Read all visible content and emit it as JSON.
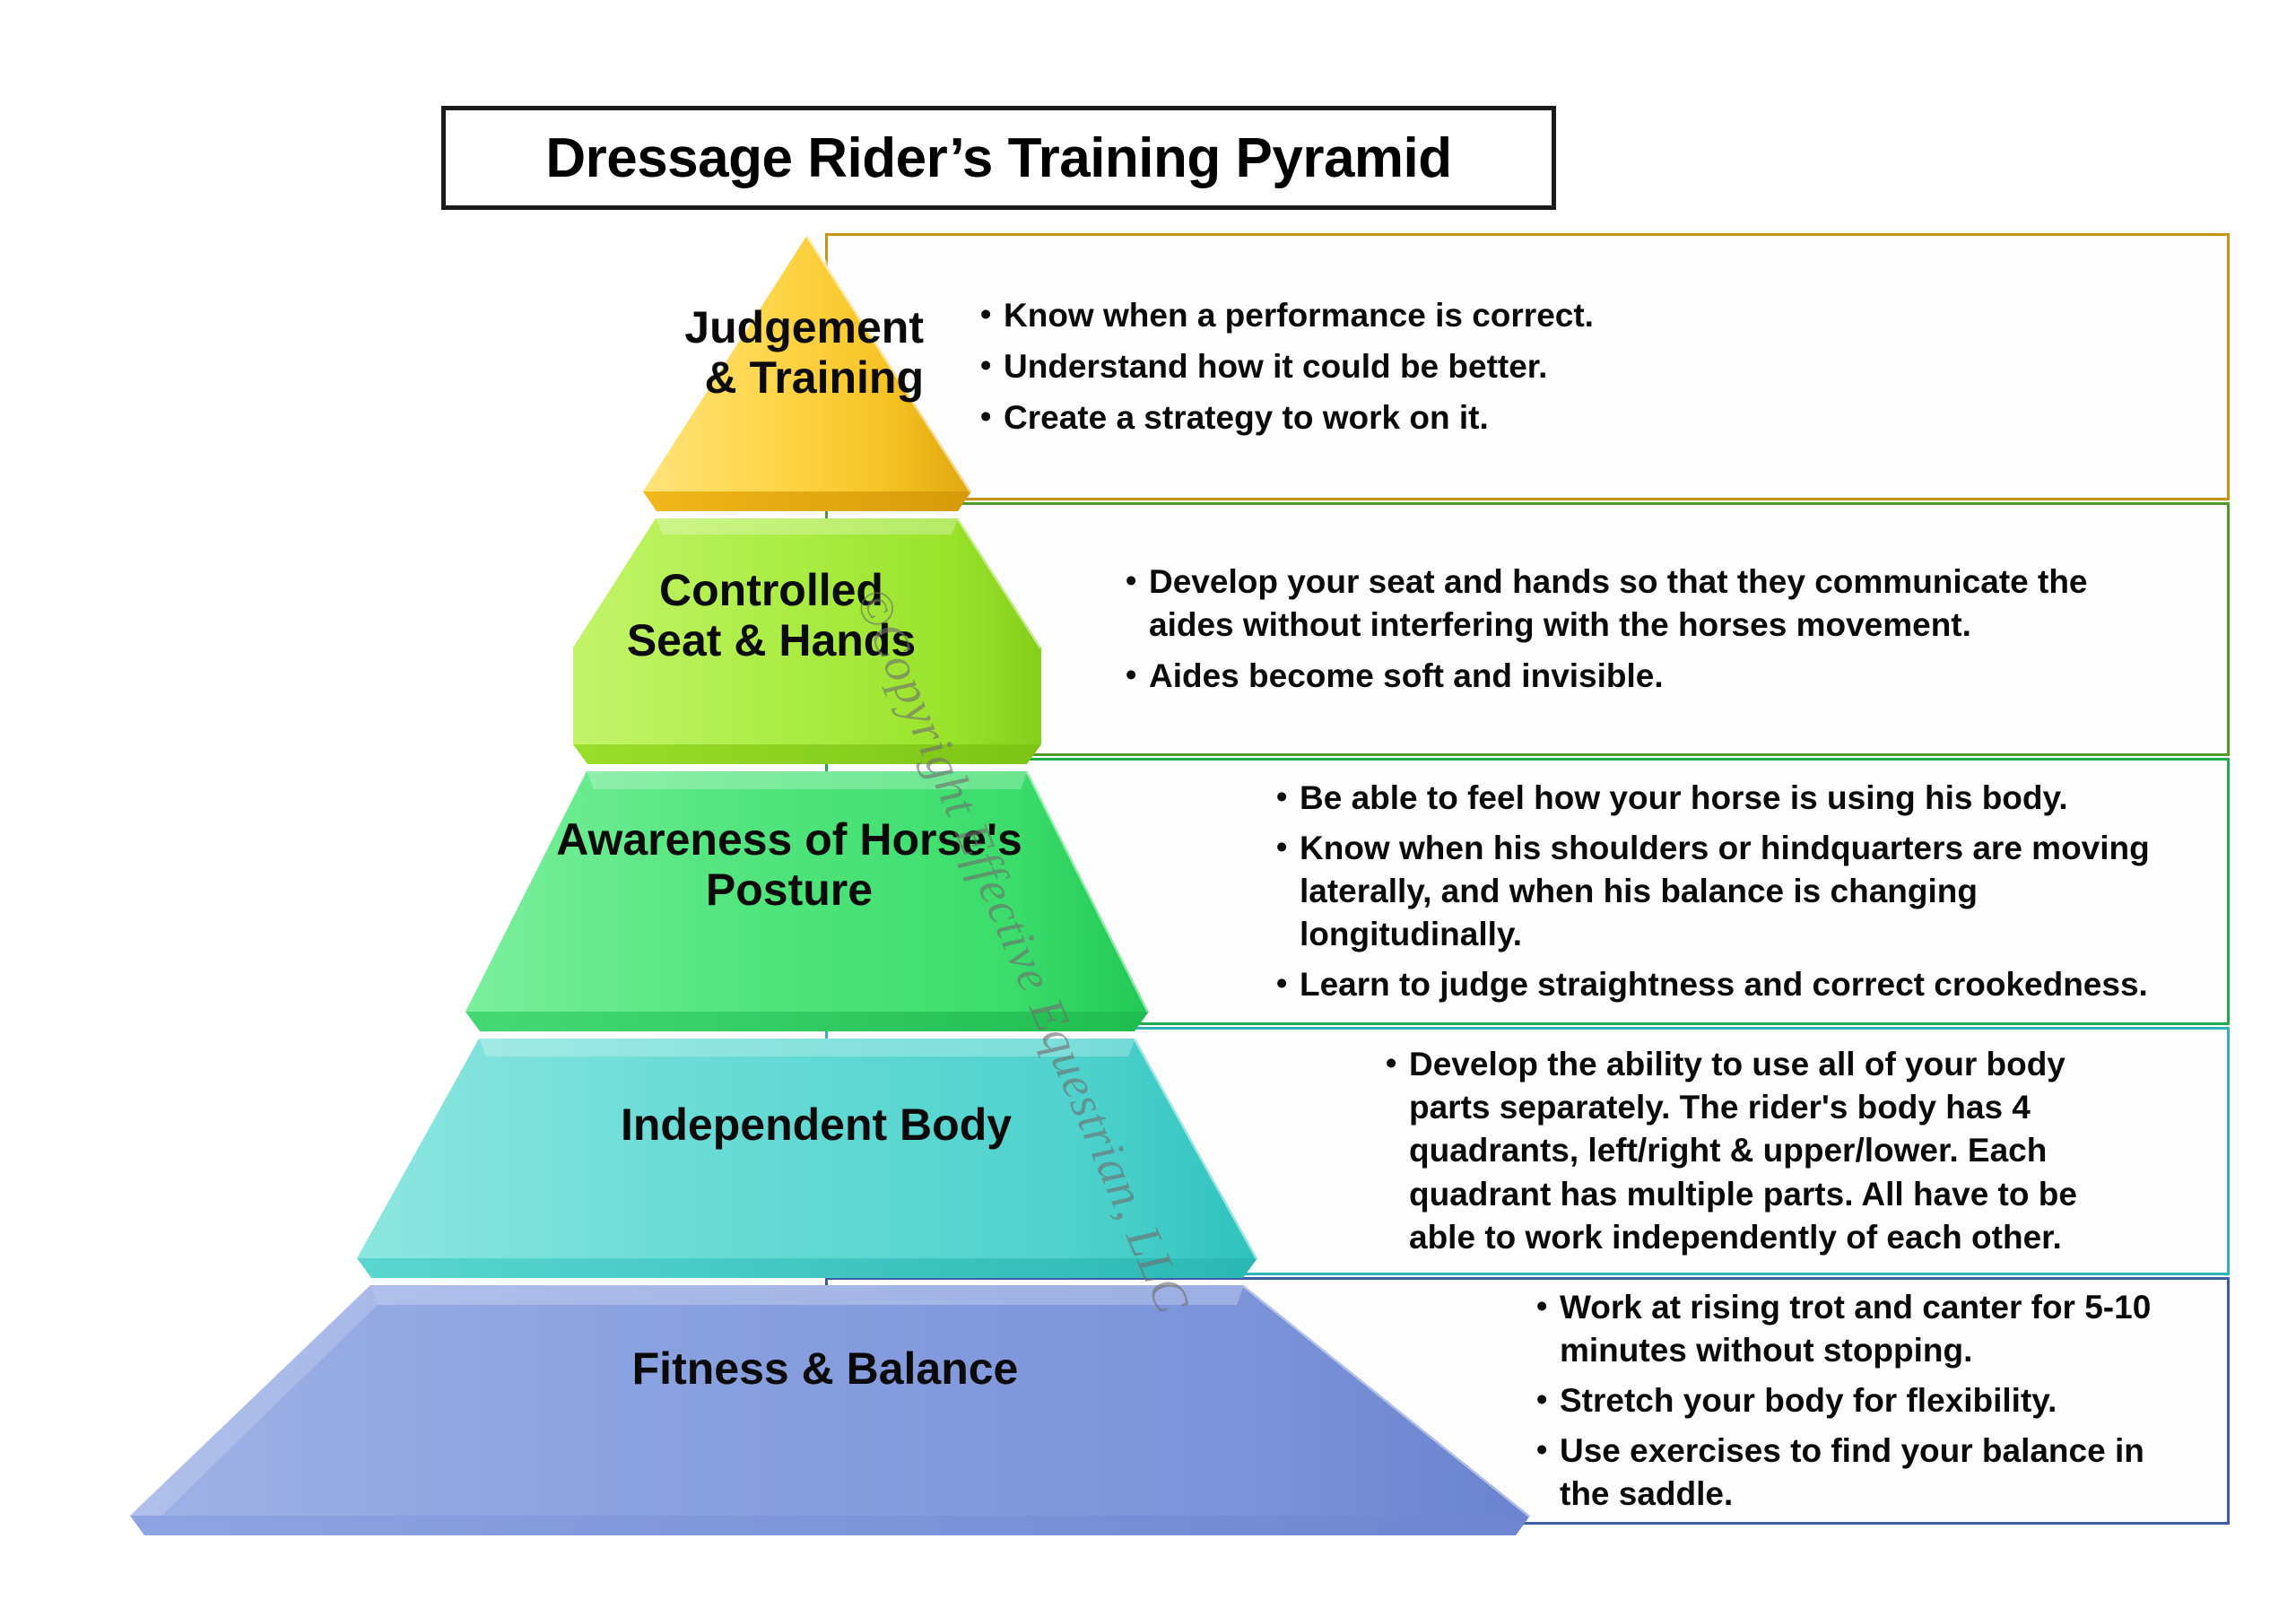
{
  "title": {
    "text": "Dressage Rider’s Training Pyramid"
  },
  "watermark": {
    "text": "©Copyright Effective Equestrian, LLC"
  },
  "chart_data": {
    "type": "pyramid",
    "title": "Dressage Rider’s Training Pyramid",
    "orientation": "apex-top",
    "levels_top_to_bottom": 5,
    "tiers": [
      {
        "rank": 1,
        "position": "apex",
        "label": "Judgement\n& Training",
        "label_lines": [
          "Judgement",
          "& Training"
        ],
        "fill_color": "#f7c325",
        "fill_color_light": "#ffe784",
        "border_color": "#c99414",
        "bullets": [
          "Know when a performance is correct.",
          "Understand how it could be better.",
          "Create a strategy to work on it."
        ]
      },
      {
        "rank": 2,
        "position": "second",
        "label": "Controlled\nSeat & Hands",
        "label_lines": [
          "Controlled",
          "Seat & Hands"
        ],
        "fill_color": "#a6e840",
        "fill_color_light": "#ccf878",
        "border_color": "#4f9a28",
        "bullets": [
          "Develop your seat and hands so that they communicate the aides without interfering with the horses movement.",
          "Aides become soft and invisible."
        ]
      },
      {
        "rank": 3,
        "position": "middle",
        "label": "Awareness of Horse's\nPosture",
        "label_lines": [
          "Awareness of Horse's",
          "Posture"
        ],
        "fill_color": "#4ce47a",
        "fill_color_light": "#8bf0a8",
        "border_color": "#1faa4d",
        "bullets": [
          "Be able to feel how your horse is using his body.",
          "Know when his shoulders or hindquarters are moving laterally, and when his balance is changing longitudinally.",
          "Learn to judge straightness and correct crookedness."
        ]
      },
      {
        "rank": 4,
        "position": "fourth",
        "label": "Independent Body",
        "label_lines": [
          "Independent Body"
        ],
        "fill_color": "#5ed8d0",
        "fill_color_light": "#9aeae5",
        "border_color": "#2eb2bd",
        "bullets": [
          "Develop the ability to use all of your body parts separately.  The rider's body has 4 quadrants, left/right & upper/lower.  Each quadrant has multiple parts.  All have to be able to work independently of each other."
        ]
      },
      {
        "rank": 5,
        "position": "base",
        "label": "Fitness & Balance",
        "label_lines": [
          "Fitness & Balance"
        ],
        "fill_color": "#8098dd",
        "fill_color_light": "#adbdec",
        "border_color": "#3a5fa8",
        "bullets": [
          "Work at rising trot and canter for 5-10 minutes without stopping.",
          "Stretch your body for flexibility.",
          "Use exercises to find your balance in the saddle."
        ]
      }
    ]
  }
}
